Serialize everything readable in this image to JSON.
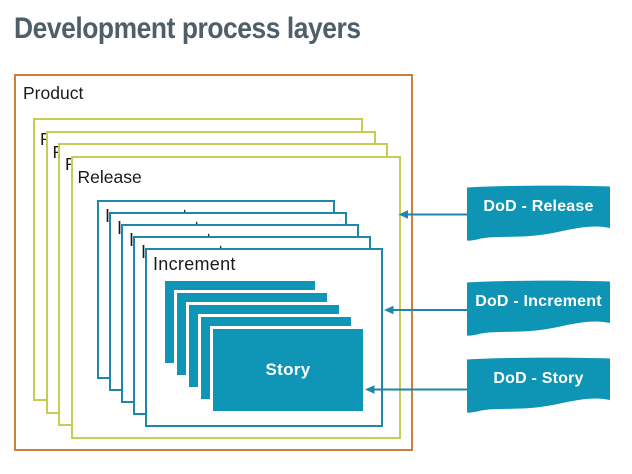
{
  "title": "Development process layers",
  "layers": {
    "product": {
      "label": "Product",
      "count": 1
    },
    "release": {
      "label": "Release",
      "count": 4
    },
    "increment": {
      "label": "Increment",
      "count": 5
    },
    "story": {
      "label": "Story",
      "count": 5
    }
  },
  "dod": {
    "release": "DoD - Release",
    "increment": "DoD - Increment",
    "story": "DoD - Story"
  },
  "colors": {
    "title_text": "#4e5f6a",
    "label_text": "#1a1a1a",
    "product_border": "#c9803d",
    "release_border": "#c4ce55",
    "increment_border": "#1e86a6",
    "story_fill": "#0f95b6",
    "ribbon_fill": "#0e94b5",
    "arrow": "#1e86a6"
  }
}
